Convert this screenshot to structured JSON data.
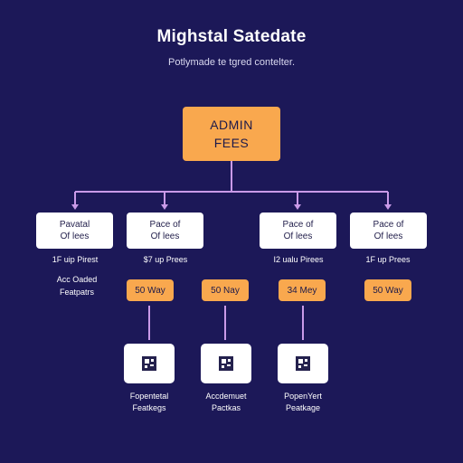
{
  "header": {
    "title": "Mighstal Satedate",
    "subtitle": "Potlymade te tgred contelter."
  },
  "root_node": {
    "line1": "ADMIN",
    "line2": "FEES"
  },
  "cards": [
    {
      "line1": "Pavatal",
      "line2": "Of lees"
    },
    {
      "line1": "Pace of",
      "line2": "Of lees"
    },
    {
      "line1": "Pace of",
      "line2": "Of lees"
    },
    {
      "line1": "Pace of",
      "line2": "Of lees"
    }
  ],
  "prices": [
    "1F uip Pirest",
    "$7 up Prees",
    "I2 ualu Pirees",
    "1F up Prees"
  ],
  "side_label": {
    "line1": "Acc Oaded",
    "line2": "Featpatrs"
  },
  "badges": [
    "50 Way",
    "50 Nay",
    "34 Mey",
    "50 Way"
  ],
  "packages": [
    {
      "icon": "package-icon",
      "line1": "Fopentetal",
      "line2": "Featkegs"
    },
    {
      "icon": "package-icon",
      "line1": "Accdemuet",
      "line2": "Pactkas"
    },
    {
      "icon": "package-icon",
      "line1": "PopenYert",
      "line2": "Peatkage"
    }
  ],
  "colors": {
    "background": "#1c1858",
    "accent_orange": "#f9a84e",
    "connector_purple": "#c99ae8",
    "card_white": "#ffffff",
    "icon_navy": "#24214d"
  }
}
